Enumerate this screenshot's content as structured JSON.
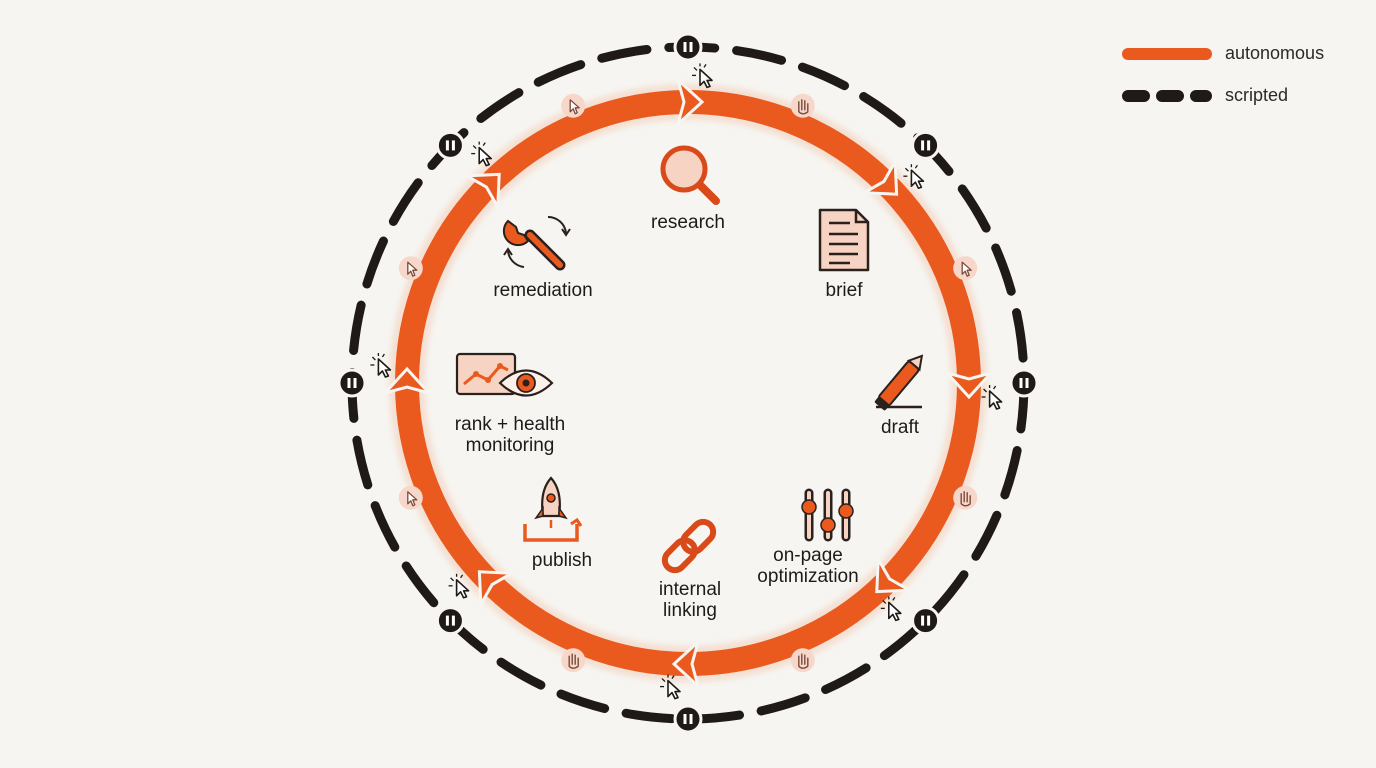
{
  "legend": {
    "autonomous": "autonomous",
    "scripted": "scripted"
  },
  "colors": {
    "autonomous": "#ea5a1f",
    "scripted": "#1f1a17",
    "icon_fill": "#f6d3c2",
    "marker_bg": "#f7d7c9"
  },
  "steps": [
    {
      "id": "research",
      "label": "research",
      "icon": "magnifier-icon"
    },
    {
      "id": "brief",
      "label": "brief",
      "icon": "document-icon"
    },
    {
      "id": "draft",
      "label": "draft",
      "icon": "pen-icon"
    },
    {
      "id": "on-page-optimization",
      "label": "on-page\noptimization",
      "icon": "sliders-icon"
    },
    {
      "id": "internal-linking",
      "label": "internal\nlinking",
      "icon": "chain-link-icon"
    },
    {
      "id": "publish",
      "label": "publish",
      "icon": "rocket-icon"
    },
    {
      "id": "rank-health-monitoring",
      "label": "rank + health\nmonitoring",
      "icon": "chart-eye-icon"
    },
    {
      "id": "remediation",
      "label": "remediation",
      "icon": "wrench-cycle-icon"
    }
  ],
  "outer_ring": {
    "pause_markers": 8,
    "cursor_markers": 8,
    "marker_icons": [
      "cursor-icon",
      "hand-icon"
    ]
  }
}
